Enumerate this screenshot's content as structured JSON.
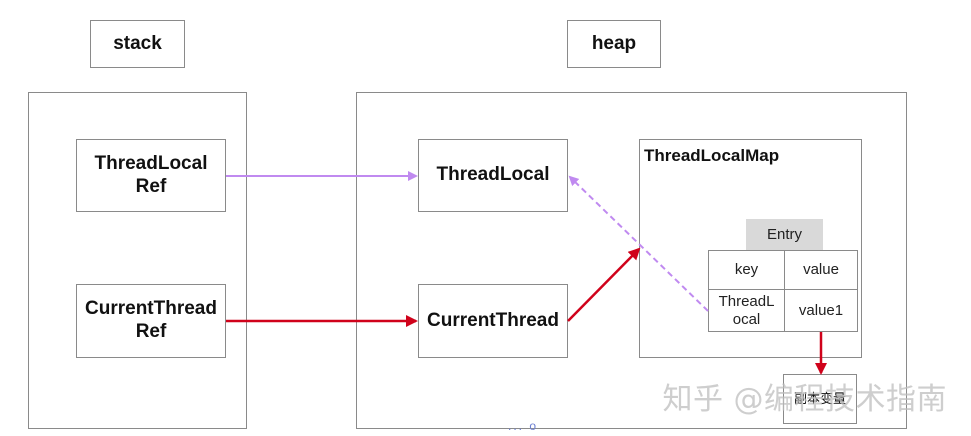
{
  "headers": {
    "stack": "stack",
    "heap": "heap"
  },
  "stack": {
    "threadlocal_ref": "ThreadLocal\nRef",
    "currentthread_ref": "CurrentThread\nRef"
  },
  "heap": {
    "threadlocal": "ThreadLocal",
    "currentthread": "CurrentThread",
    "map": {
      "title": "ThreadLocalMap",
      "entry_label": "Entry",
      "col_key": "key",
      "col_value": "value",
      "row_key": "ThreadL\nocal",
      "row_value": "value1"
    },
    "target": "副本变量"
  },
  "watermark": "知乎 @编程技术指南",
  "bottom_mark": "... o",
  "colors": {
    "purple_arrow": "#c08af0",
    "red_arrow": "#d0021b",
    "border": "#8a8a8a",
    "entry_header": "#d9d9d9"
  }
}
